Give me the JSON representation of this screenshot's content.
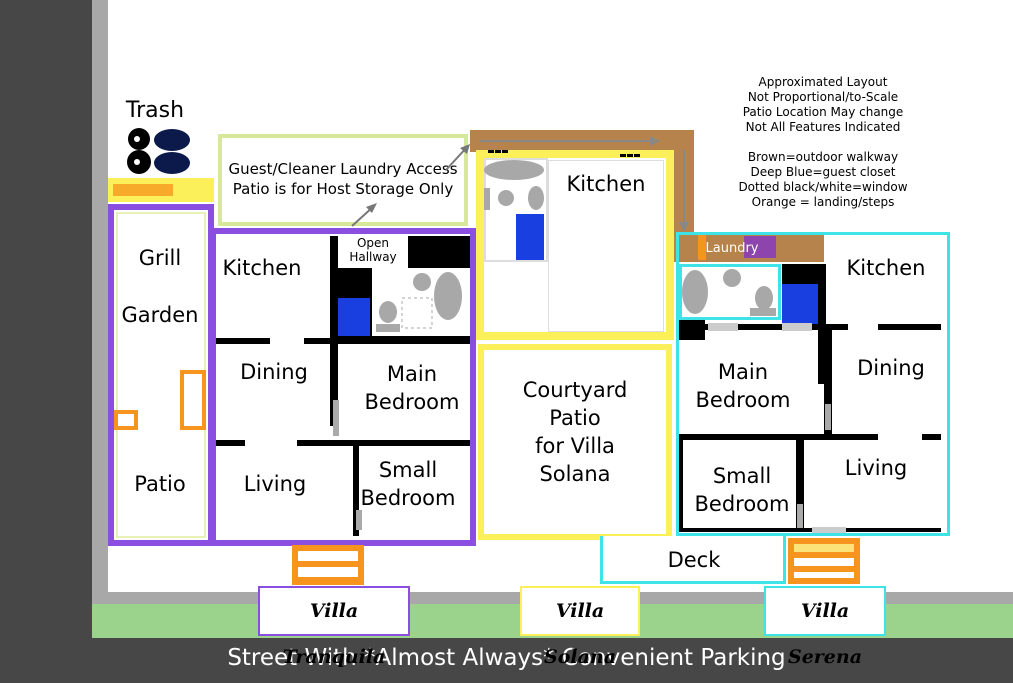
{
  "notes": {
    "lines": [
      "Approximated Layout",
      "Not Proportional/to-Scale",
      "Patio Location May change",
      "Not All Features Indicated",
      "",
      "Brown=outdoor walkway",
      "Deep Blue=guest closet",
      "Dotted black/white=window",
      "Orange = landing/steps"
    ]
  },
  "trash": {
    "label": "Trash"
  },
  "laundry_access": {
    "line1": "Guest/Cleaner Laundry Access",
    "line2": "Patio is for Host Storage Only"
  },
  "tranquila": {
    "side": {
      "grill": "Grill",
      "garden": "Garden",
      "patio": "Patio"
    },
    "kitchen": "Kitchen",
    "hallway": {
      "line1": "Open",
      "line2": "Hallway"
    },
    "dining": "Dining",
    "main_bedroom": {
      "line1": "Main",
      "line2": "Bedroom"
    },
    "living": "Living",
    "small_bedroom": {
      "line1": "Small",
      "line2": "Bedroom"
    },
    "name": "Villa Tranquila"
  },
  "solana": {
    "kitchen": "Kitchen",
    "courtyard": {
      "line1": "Courtyard",
      "line2": "Patio",
      "line3": "for Villa",
      "line4": "Solana"
    },
    "name": "Villa Solana"
  },
  "serena": {
    "laundry": "Laundry",
    "kitchen": "Kitchen",
    "main_bedroom": {
      "line1": "Main",
      "line2": "Bedroom"
    },
    "dining": "Dining",
    "small_bedroom": {
      "line1": "Small",
      "line2": "Bedroom"
    },
    "living": "Living",
    "deck": "Deck",
    "name": "Villa Serena"
  },
  "street": "Street With *Almost Always* Convenient Parking",
  "colors": {
    "tranquila": "#8a4fe0",
    "solana": "#fbf05a",
    "serena": "#3ee3e8",
    "walkway": "#b5834b",
    "closet": "#1a3fe0",
    "steps": "#f7941d",
    "laundry_access": "#d8e89a"
  }
}
